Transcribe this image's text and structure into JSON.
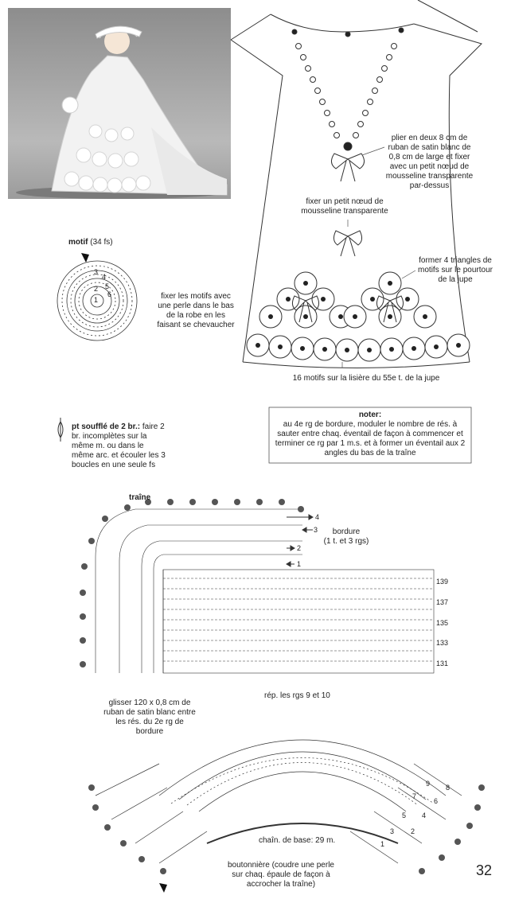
{
  "motif": {
    "title": "motif",
    "count": "(34 fs)",
    "numbers": [
      "1",
      "2",
      "3",
      "4",
      "5",
      "6"
    ]
  },
  "dress_notes": {
    "ribbon": "plier en deux 8 cm de ruban de satin blanc de 0,8 cm de large et fixer avec un petit nœud de mousseline transparente par-dessus",
    "small_bow": "fixer un petit nœud de mousseline transparente",
    "triangles": "former 4 triangles de motifs sur le pourtour de la jupe",
    "motifs_border": "16 motifs sur la lisière du 55e t. de la jupe",
    "fix_motifs": "fixer les motifs avec une perle dans le bas de la robe en les faisant se chevaucher"
  },
  "puff_stitch": {
    "title": "pt soufflé de 2 br.:",
    "text": "faire 2 br. incomplètes sur la même m. ou dans le même arc. et écouler les 3 boucles en une seule fs"
  },
  "noter": {
    "title": "noter:",
    "text": "au 4e rg de bordure, moduler le nombre de rés. à sauter entre chaq. éventail de façon à commencer et terminer ce rg par 1 m.s. et à former un éventail aux 2 angles du bas de la traîne"
  },
  "train": {
    "title": "traîne",
    "border_label": "bordure",
    "border_sub": "(1 t. et 3 rgs)",
    "border_rows": [
      "4",
      "3",
      "2",
      "1"
    ],
    "rows": [
      "139",
      "137",
      "135",
      "133",
      "131"
    ],
    "ribbon_note": "glisser 120 x 0,8 cm de ruban de satin blanc entre les rés. du 2e rg de bordure",
    "repeat": "rép. les rgs 9 et 10"
  },
  "yoke": {
    "base_chain": "chaîn. de base: 29 m.",
    "buttonhole": "boutonnière (coudre une perle sur chaq. épaule de façon à accrocher la traîne)",
    "numbers": [
      "9",
      "7",
      "5",
      "3",
      "1",
      "2",
      "4",
      "6",
      "8"
    ]
  },
  "page_number": "32"
}
